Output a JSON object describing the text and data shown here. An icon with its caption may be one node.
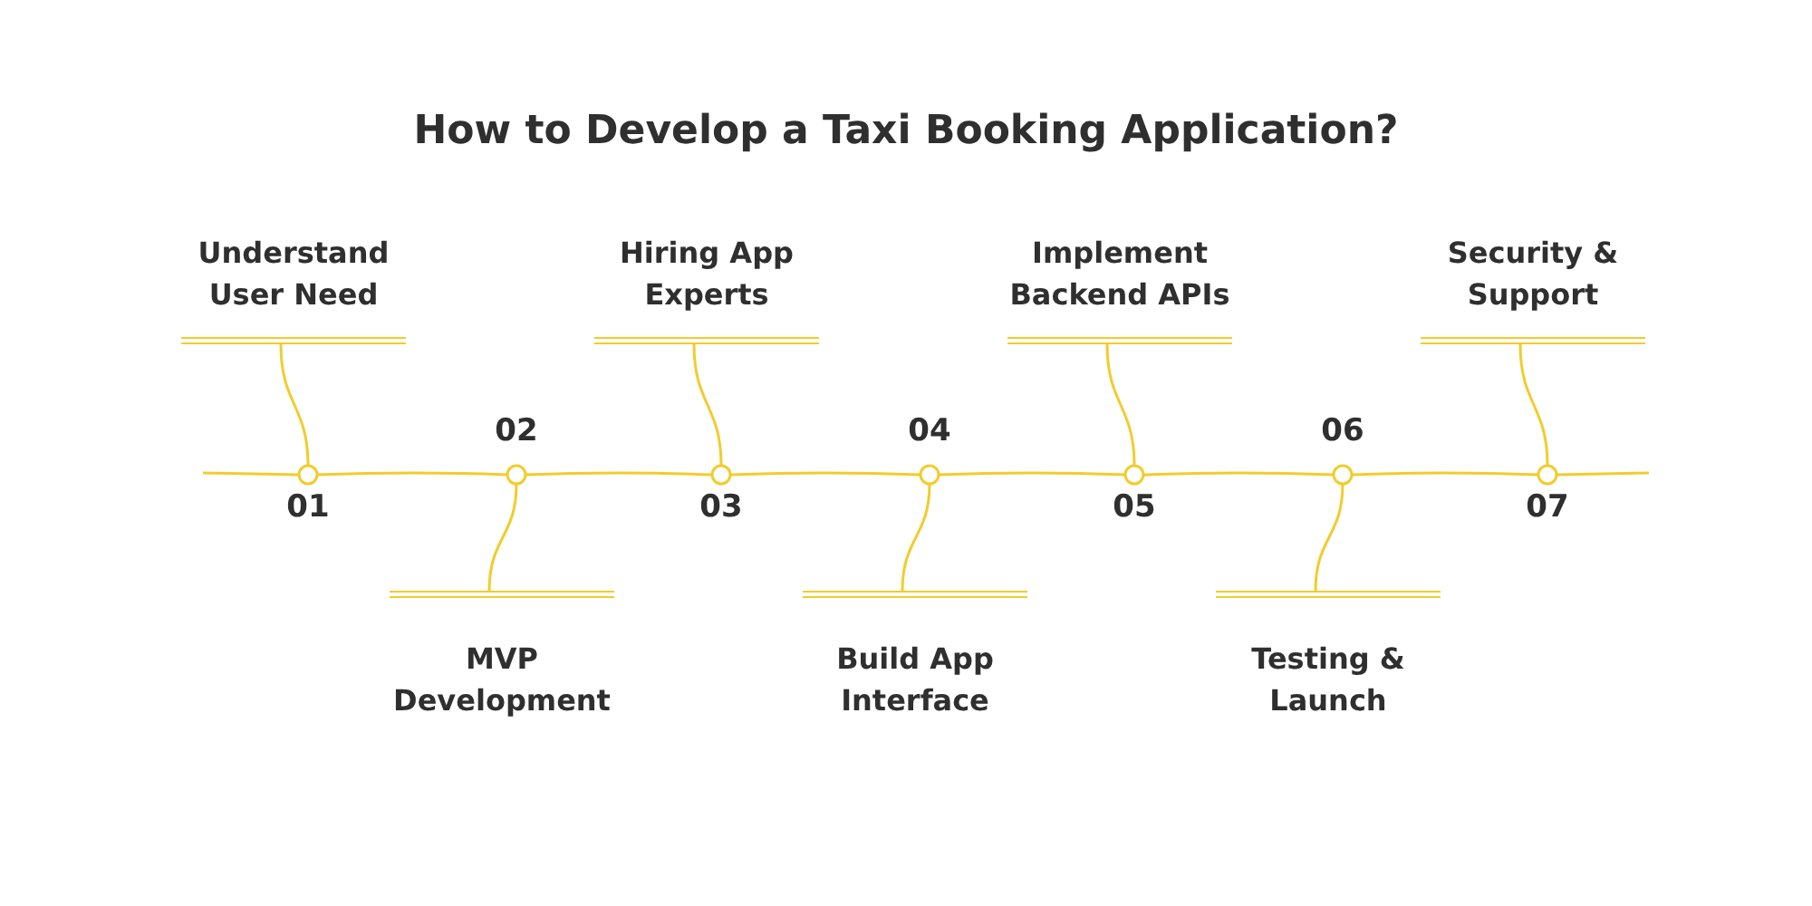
{
  "diagram": {
    "title": "How to Develop a Taxi Booking Application?",
    "nodes": [
      {
        "text": [
          "Understand User Need"
        ]
      },
      {
        "text": [],
        "shape": "circle",
        "beside": [
          "01"
        ]
      },
      {
        "text": [
          "MVP Development"
        ]
      },
      {
        "text": [],
        "shape": "circle",
        "beside": [
          "02"
        ]
      },
      {
        "text": [
          "Hiring App Experts"
        ]
      },
      {
        "text": [],
        "shape": "circle",
        "beside": [
          "03"
        ]
      },
      {
        "text": [
          "Build App Interface"
        ]
      },
      {
        "text": [],
        "shape": "circle",
        "beside": [
          "04"
        ]
      },
      {
        "text": [
          "Implement Backend APIs"
        ]
      },
      {
        "text": [],
        "shape": "circle",
        "beside": [
          "05"
        ]
      },
      {
        "text": [
          "Testing & Launch"
        ]
      },
      {
        "text": [],
        "shape": "circle",
        "beside": [
          "06"
        ]
      },
      {
        "text": [
          "Security & Support"
        ]
      },
      {
        "text": [],
        "shape": "circle",
        "beside": [
          "07"
        ]
      }
    ],
    "edges": [
      {
        "from": 0,
        "to": 1,
        "arrow": "none"
      },
      {
        "from": 1,
        "to": 3,
        "arrow": "none"
      },
      {
        "from": 2,
        "to": 3,
        "arrow": "none"
      },
      {
        "from": 3,
        "to": 5,
        "arrow": "none"
      },
      {
        "from": 4,
        "to": 5,
        "arrow": "none"
      },
      {
        "from": 5,
        "to": 7,
        "arrow": "none"
      },
      {
        "from": 6,
        "to": 7,
        "arrow": "none"
      },
      {
        "from": 7,
        "to": 9,
        "arrow": "none"
      },
      {
        "from": 8,
        "to": 9,
        "arrow": "none"
      },
      {
        "from": 9,
        "to": 11,
        "arrow": "none"
      },
      {
        "from": 10,
        "to": 11,
        "arrow": "none"
      },
      {
        "from": 11,
        "to": 13,
        "arrow": "none"
      },
      {
        "from": 12,
        "to": 13,
        "arrow": "none"
      }
    ]
  }
}
